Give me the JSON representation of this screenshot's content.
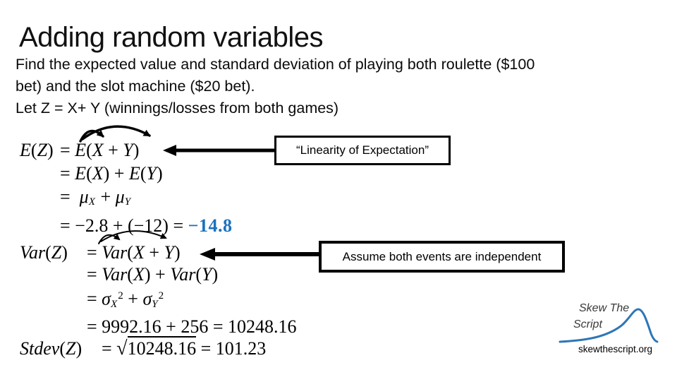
{
  "slide": {
    "title": "Adding random variables",
    "problem": {
      "line1": "Find the expected value and standard deviation of playing both roulette ($100",
      "line2": "bet) and the slot machine ($20 bet).",
      "line3": "Let Z = X+ Y (winnings/losses from both games)"
    },
    "callouts": [
      {
        "label": "“Linearity of Expectation”"
      },
      {
        "label": "Assume both events are independent"
      }
    ],
    "equations": {
      "expectation": {
        "lines": [
          {
            "lhs": [
              [
                "E",
                "v"
              ],
              [
                "(",
                "n"
              ],
              [
                "Z",
                "v"
              ],
              [
                ")",
                "n"
              ]
            ],
            "rhs": [
              [
                "= ",
                "n"
              ],
              [
                "E",
                "v"
              ],
              [
                "(",
                "n"
              ],
              [
                "X",
                "v"
              ],
              [
                " + ",
                "n"
              ],
              [
                "Y",
                "v"
              ],
              [
                ")",
                "n"
              ]
            ]
          },
          {
            "rhs": [
              [
                "= ",
                "n"
              ],
              [
                "E",
                "v"
              ],
              [
                "(",
                "n"
              ],
              [
                "X",
                "v"
              ],
              [
                ") + ",
                "n"
              ],
              [
                "E",
                "v"
              ],
              [
                "(",
                "n"
              ],
              [
                "Y",
                "v"
              ],
              [
                ")",
                "n"
              ]
            ]
          },
          {
            "rhs": [
              [
                "=  ",
                "n"
              ],
              [
                "μ",
                "v"
              ],
              [
                "X",
                "sub"
              ],
              [
                " + ",
                "n"
              ],
              [
                "μ",
                "v"
              ],
              [
                "Y",
                "sub"
              ]
            ]
          },
          {
            "rhs": [
              [
                "= −2.8 + (−12) = ",
                "n"
              ],
              [
                "−14.8",
                "blue"
              ]
            ]
          }
        ]
      },
      "variance": {
        "lines": [
          {
            "lhs": [
              [
                "Var",
                "v"
              ],
              [
                "(",
                "n"
              ],
              [
                "Z",
                "v"
              ],
              [
                ")",
                "n"
              ]
            ],
            "rhs": [
              [
                "= ",
                "n"
              ],
              [
                "Var",
                "v"
              ],
              [
                "(",
                "n"
              ],
              [
                "X",
                "v"
              ],
              [
                " + ",
                "n"
              ],
              [
                "Y",
                "v"
              ],
              [
                ")",
                "n"
              ]
            ]
          },
          {
            "rhs": [
              [
                "= ",
                "n"
              ],
              [
                "Var",
                "v"
              ],
              [
                "(",
                "n"
              ],
              [
                "X",
                "v"
              ],
              [
                ") + ",
                "n"
              ],
              [
                "Var",
                "v"
              ],
              [
                "(",
                "n"
              ],
              [
                "Y",
                "v"
              ],
              [
                ")",
                "n"
              ]
            ]
          },
          {
            "rhs": [
              [
                "= ",
                "n"
              ],
              [
                "σ",
                "v"
              ],
              [
                "X",
                "sub"
              ],
              [
                "2",
                "sup"
              ],
              [
                " + ",
                "n"
              ],
              [
                "σ",
                "v"
              ],
              [
                "Y",
                "sub"
              ],
              [
                "2",
                "sup"
              ]
            ]
          },
          {
            "rhs": [
              [
                "= 9992.16 + 256 = 10248.16",
                "n"
              ]
            ]
          }
        ]
      },
      "stdev": {
        "lines": [
          {
            "lhs": [
              [
                "Stdev",
                "v"
              ],
              [
                "(",
                "n"
              ],
              [
                "Z",
                "v"
              ],
              [
                ")",
                "n"
              ]
            ],
            "rhs": [
              [
                "= ",
                "n"
              ],
              [
                "√",
                "rad"
              ],
              [
                "10248.16",
                "sqrt"
              ],
              [
                " = 101.23",
                "n"
              ]
            ]
          }
        ]
      }
    },
    "colors": {
      "result_blue": "#1C72BE",
      "logo_blue": "#2E76B6"
    },
    "logo": {
      "line1": "Skew The",
      "line2": "Script",
      "url": "skewthescript.org"
    }
  }
}
